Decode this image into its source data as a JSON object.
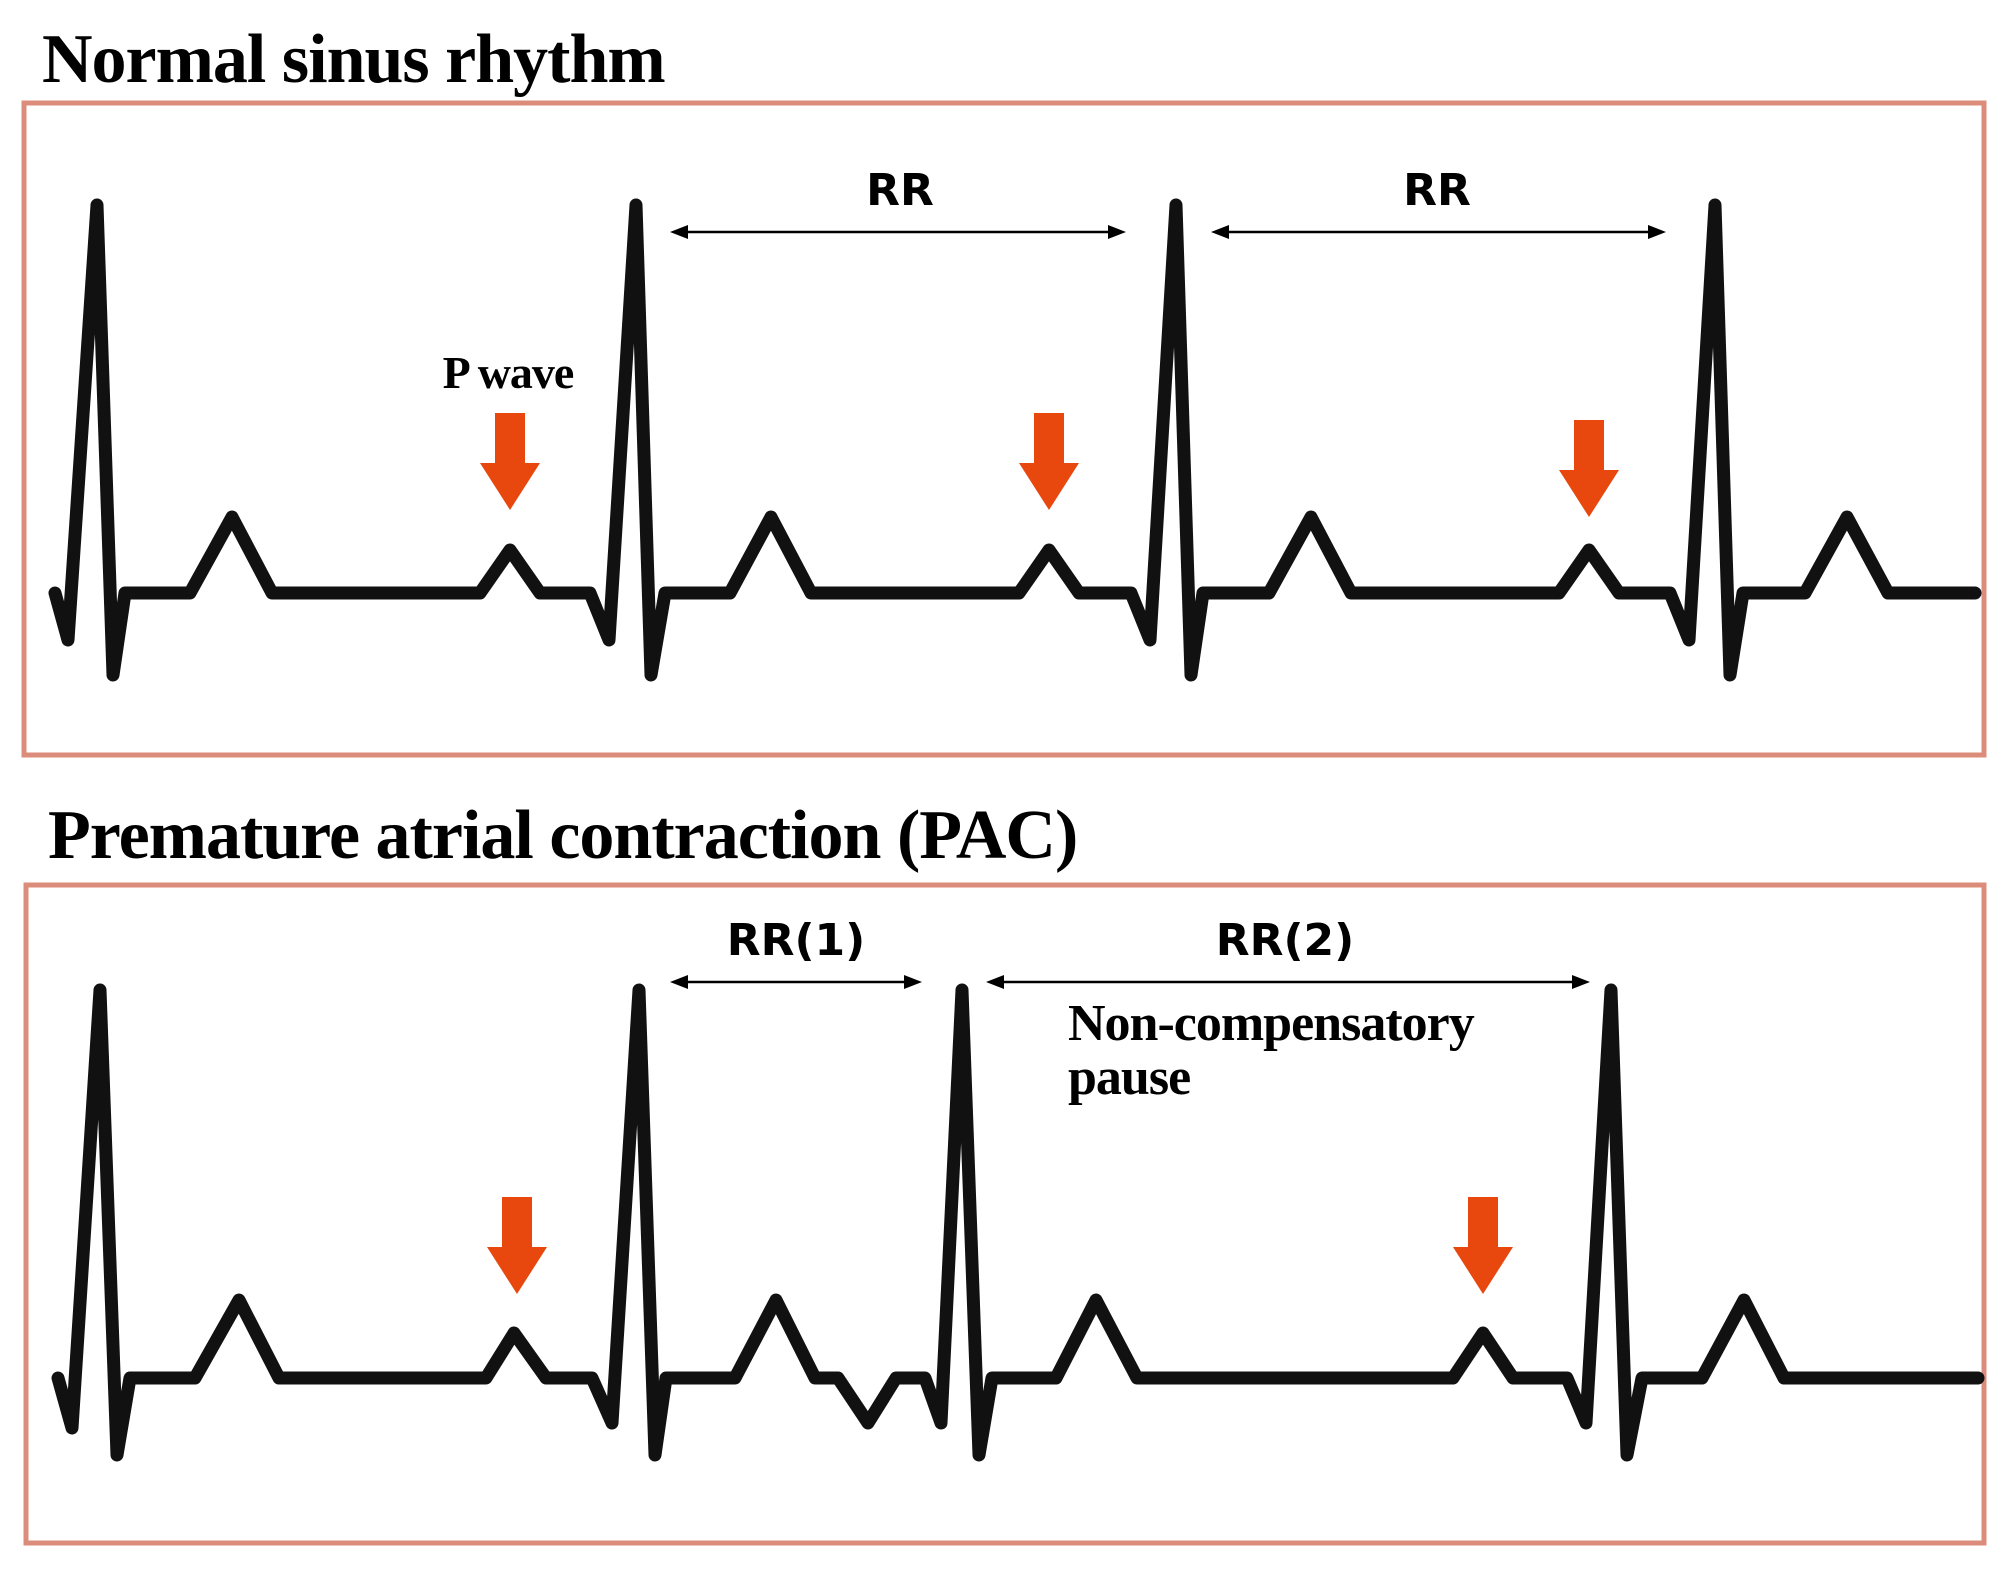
{
  "panels": [
    {
      "title": "Normal sinus rhythm",
      "labels": {
        "p_wave": "P wave",
        "rr_1": "RR",
        "rr_2": "RR"
      }
    },
    {
      "title": "Premature atrial contraction (PAC)",
      "labels": {
        "rr_1": "RR(1)",
        "rr_2": "RR(2)",
        "note_line1": "Non-compensatory",
        "note_line2": "pause"
      }
    }
  ],
  "colors": {
    "panel_border": "#dc8c7a",
    "pointer_arrow": "#e8470e",
    "trace": "#111111"
  },
  "icons": {
    "pointer": "down-arrow-icon"
  }
}
